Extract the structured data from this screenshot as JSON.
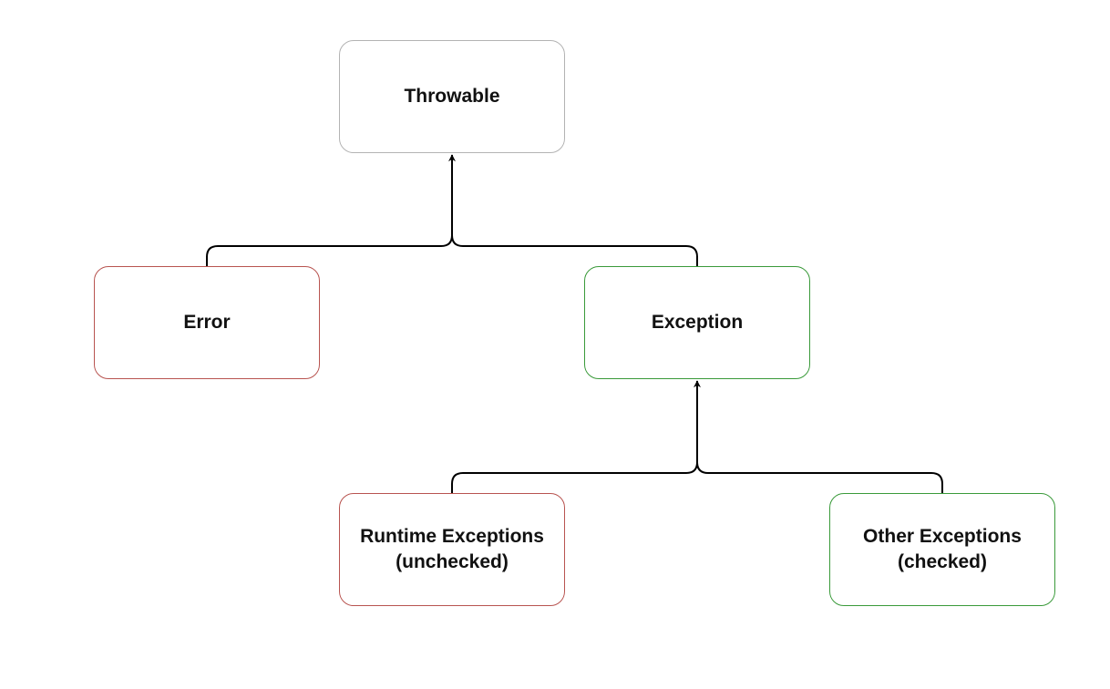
{
  "diagram": {
    "nodes": {
      "throwable": {
        "lines": [
          "Throwable"
        ],
        "border_color": "#b3b3b3"
      },
      "error": {
        "lines": [
          "Error"
        ],
        "border_color": "#b85450"
      },
      "exception": {
        "lines": [
          "Exception"
        ],
        "border_color": "#3a9a3a"
      },
      "runtime_exceptions": {
        "lines": [
          "Runtime Exceptions",
          "(unchecked)"
        ],
        "border_color": "#b85450"
      },
      "other_exceptions": {
        "lines": [
          "Other Exceptions",
          "(checked)"
        ],
        "border_color": "#3a9a3a"
      }
    },
    "edges": [
      {
        "from": "error",
        "to": "throwable"
      },
      {
        "from": "exception",
        "to": "throwable"
      },
      {
        "from": "runtime_exceptions",
        "to": "exception"
      },
      {
        "from": "other_exceptions",
        "to": "exception"
      }
    ],
    "edge_color": "#000000"
  }
}
